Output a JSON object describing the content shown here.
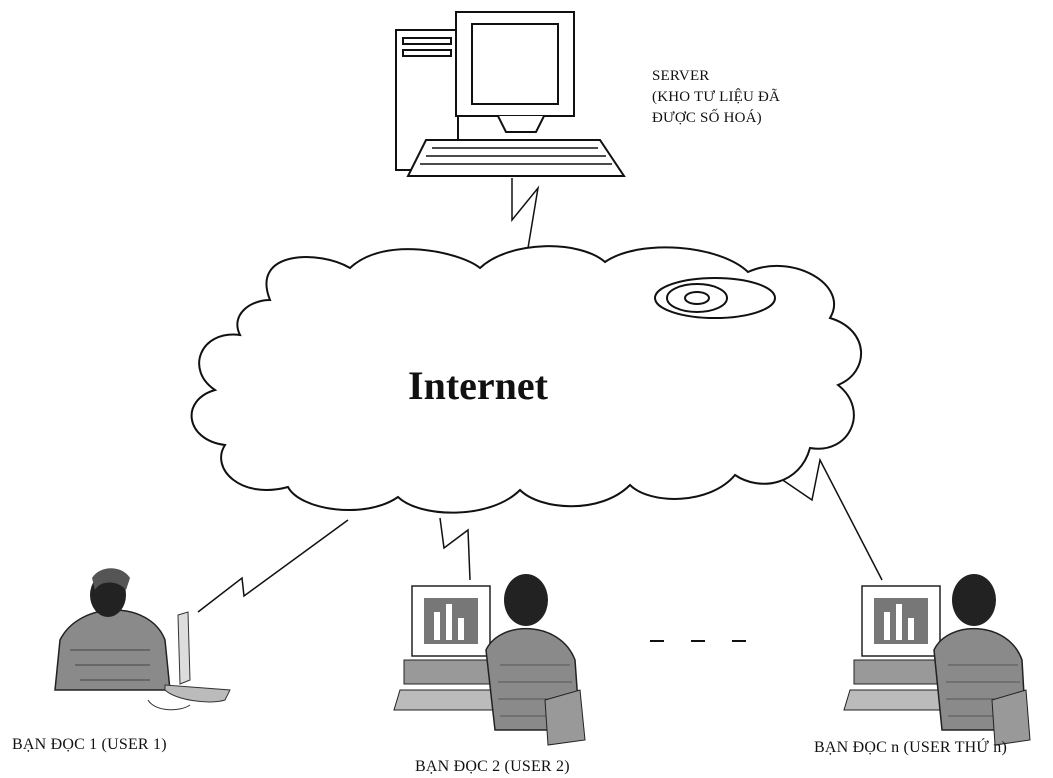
{
  "server": {
    "lines": [
      "SERVER",
      "(KHO TƯ LIỆU ĐÃ",
      "ĐƯỢC SỐ HOÁ)"
    ]
  },
  "cloud": {
    "label": "Internet"
  },
  "users": [
    {
      "label": "BẠN ĐỌC 1 (USER 1)"
    },
    {
      "label": "BẠN ĐỌC 2 (USER 2)"
    },
    {
      "label": "BẠN ĐỌC n (USER THỨ n)"
    }
  ],
  "ellipsis": "- - -"
}
